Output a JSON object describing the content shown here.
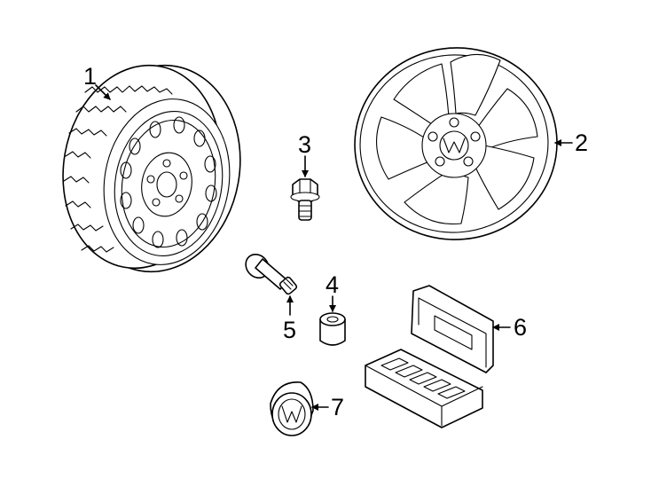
{
  "callouts": {
    "c1": "1",
    "c2": "2",
    "c3": "3",
    "c4": "4",
    "c5": "5",
    "c6": "6",
    "c7": "7"
  },
  "parts": [
    {
      "ref": "1",
      "icon": "steel-spare-wheel-with-tire-icon"
    },
    {
      "ref": "2",
      "icon": "alloy-wheel-icon"
    },
    {
      "ref": "3",
      "icon": "wheel-bolt-icon"
    },
    {
      "ref": "4",
      "icon": "lug-nut-cap-icon"
    },
    {
      "ref": "5",
      "icon": "tire-valve-stem-icon"
    },
    {
      "ref": "6",
      "icon": "locking-bolt-kit-case-icon"
    },
    {
      "ref": "7",
      "icon": "center-cap-icon"
    }
  ]
}
